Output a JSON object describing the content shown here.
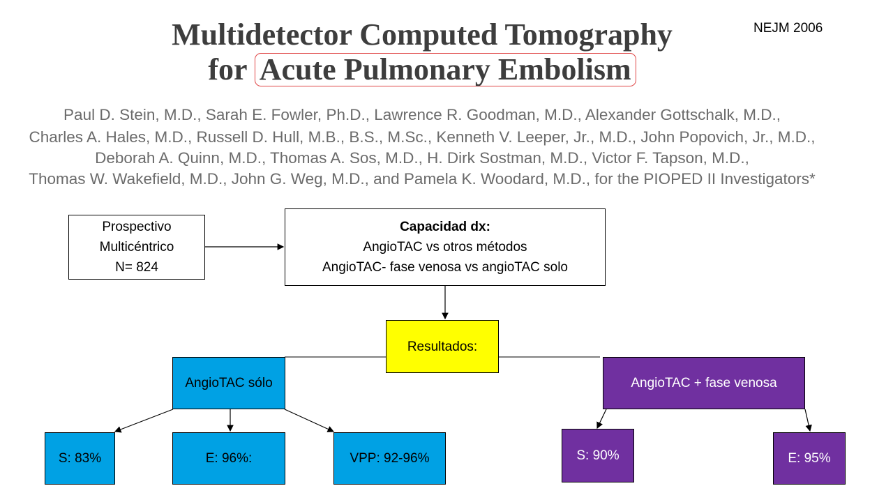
{
  "journal": "NEJM 2006",
  "title": {
    "line1": "Multidetector Computed Tomography",
    "line2_prefix": "for",
    "line2_highlight": "Acute Pulmonary Embolism"
  },
  "authors": [
    "Paul D. Stein, M.D., Sarah E. Fowler, Ph.D., Lawrence R. Goodman, M.D., Alexander Gottschalk, M.D.,",
    "Charles A. Hales, M.D., Russell D. Hull, M.B., B.S., M.Sc., Kenneth V. Leeper, Jr., M.D., John Popovich, Jr., M.D.,",
    "Deborah A. Quinn, M.D., Thomas A. Sos, M.D., H. Dirk Sostman, M.D., Victor F. Tapson, M.D.,",
    "Thomas W. Wakefield, M.D., John G. Weg, M.D., and Pamela K. Woodard, M.D., for the PIOPED II Investigators*"
  ],
  "design": {
    "line1": "Prospectivo",
    "line2": "Multicéntrico",
    "line3": "N= 824"
  },
  "capacity": {
    "heading": "Capacidad dx:",
    "line1": "AngioTAC vs otros métodos",
    "line2": "AngioTAC- fase venosa vs angioTAC solo"
  },
  "results": "Resultados:",
  "branch_left": {
    "label": "AngioTAC sólo",
    "s": "S: 83%",
    "e": "E: 96%:",
    "vpp": "VPP: 92-96%"
  },
  "branch_right": {
    "label": "AngioTAC + fase venosa",
    "s": "S: 90%",
    "e": "E: 95%"
  },
  "colors": {
    "blue": "#00a1e4",
    "purple": "#7030a0",
    "yellow": "#ffff00",
    "highlight_border": "#e04646"
  }
}
